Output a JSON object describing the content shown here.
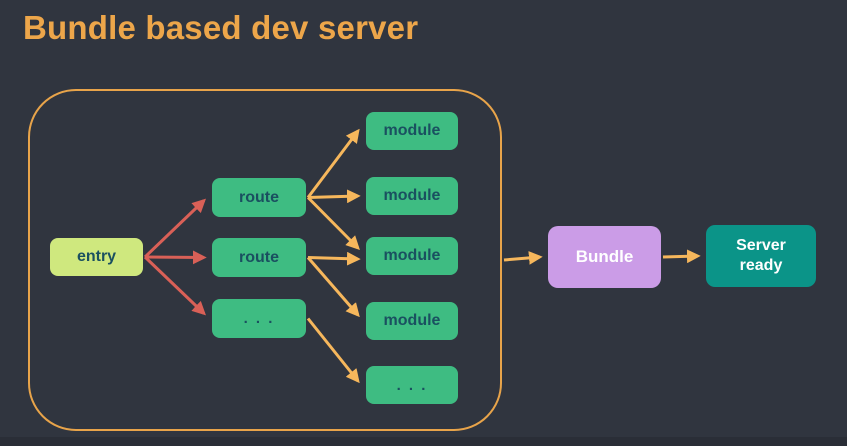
{
  "title": "Bundle based dev server",
  "palette": {
    "background": "#30353f",
    "title_text": "#eda64a",
    "group_border": "#e8a44a",
    "entry_fill": "#cfe87e",
    "green_fill": "#3ebc82",
    "dark_teal_text": "#1a5060",
    "bundle_fill": "#cb9ce7",
    "server_fill": "#0b9488",
    "white_text": "#ffffff",
    "arrow_red": "#d96057",
    "arrow_orange": "#f6b75c"
  },
  "diagram": {
    "nodes": {
      "entry": {
        "label": "entry"
      },
      "route1": {
        "label": "route"
      },
      "route2": {
        "label": "route"
      },
      "route_more": {
        "label": ". . ."
      },
      "module1": {
        "label": "module"
      },
      "module2": {
        "label": "module"
      },
      "module3": {
        "label": "module"
      },
      "module4": {
        "label": "module"
      },
      "module_more": {
        "label": ". . ."
      },
      "bundle": {
        "label": "Bundle"
      },
      "server_ready": {
        "label": "Server ready"
      }
    },
    "edges": [
      {
        "from": "entry",
        "to": "route1",
        "color": "red",
        "dy2": 3
      },
      {
        "from": "entry",
        "to": "route2",
        "color": "red"
      },
      {
        "from": "entry",
        "to": "route_more",
        "color": "red",
        "dy2": -5
      },
      {
        "from": "route1",
        "to": "module1",
        "color": "orange"
      },
      {
        "from": "route1",
        "to": "module2",
        "color": "orange"
      },
      {
        "from": "route1",
        "to": "module3",
        "color": "orange",
        "dy2": -8
      },
      {
        "from": "route2",
        "to": "module3",
        "color": "orange",
        "dy2": 3
      },
      {
        "from": "route2",
        "to": "module4",
        "color": "orange",
        "dy2": -6
      },
      {
        "from": "route_more",
        "to": "module_more",
        "color": "orange",
        "dy2": -4
      },
      {
        "from": "container",
        "to": "bundle",
        "color": "orange"
      },
      {
        "from": "bundle",
        "to": "server_ready",
        "color": "orange"
      }
    ]
  }
}
